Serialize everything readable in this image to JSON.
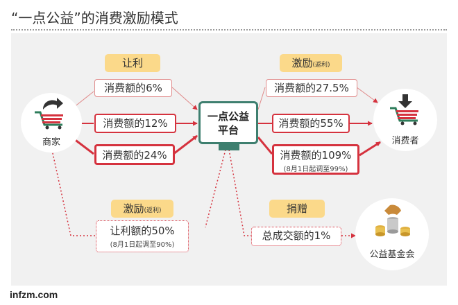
{
  "title": "“一点公益”的消费激励模式",
  "credit": "infzm.com",
  "nodes": {
    "merchant": "商家",
    "consumer": "消费者",
    "platform_line1": "一点公益",
    "platform_line2": "平台",
    "foundation": "公益基金会"
  },
  "tags": {
    "rangli": "让利",
    "jili_left": "激励",
    "jili_left_note": "(返利)",
    "jili_right": "激励",
    "jili_right_note": "(返利)",
    "juanzeng": "捐赠"
  },
  "boxes": {
    "m6": "消费额的6%",
    "m12": "消费额的12%",
    "m24": "消费额的24%",
    "c275": "消费额的27.5%",
    "c55": "消费额的55%",
    "c109": "消费额的109%",
    "c109_note": "(8月1日起调至99%)",
    "rebate50": "让利额的50%",
    "rebate50_note": "(8月1日起调至90%)",
    "donate1": "总成交额的1%"
  },
  "colors": {
    "red": "#d5323e",
    "green": "#3e7f6f",
    "tag": "#fbd98a",
    "panel": "#f1f1f1"
  }
}
